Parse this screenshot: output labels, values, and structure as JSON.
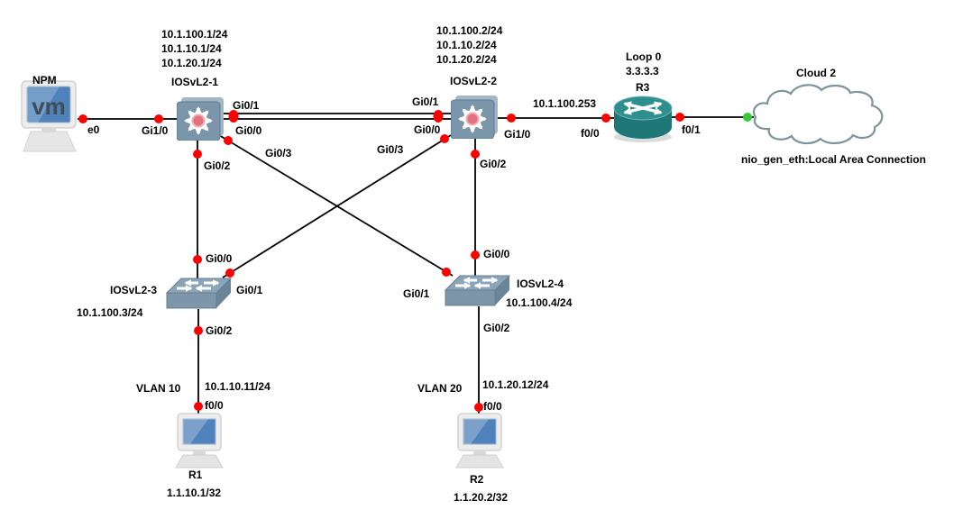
{
  "app": {
    "title": "GNS3 network topology"
  },
  "colors": {
    "canvas_background": "#ffffff",
    "link_line": "#000000",
    "link_endpoint": "#ff0000",
    "cloud_endpoint": "#33cc33",
    "mls_switch_body": "#7b96ab",
    "l2_switch_top": "#8ca4b8",
    "router_body": "#2f8e8e",
    "host_screen": "#4f82ba",
    "cloud_outline": "#7e939b"
  },
  "nodes": {
    "npm": {
      "label": "NPM",
      "screen_text": "vm",
      "type": "vm-host"
    },
    "sw1": {
      "label": "IOSvL2-1",
      "type": "multilayer-switch",
      "ips": [
        "10.1.100.1/24",
        "10.1.10.1/24",
        "10.1.20.1/24"
      ]
    },
    "sw2": {
      "label": "IOSvL2-2",
      "type": "multilayer-switch",
      "ips": [
        "10.1.100.2/24",
        "10.1.10.2/24",
        "10.1.20.2/24"
      ]
    },
    "sw3": {
      "label": "IOSvL2-3",
      "type": "l2-switch",
      "ip": "10.1.100.3/24"
    },
    "sw4": {
      "label": "IOSvL2-4",
      "type": "l2-switch",
      "ip": "10.1.100.4/24"
    },
    "r3": {
      "label": "R3",
      "type": "router",
      "loopback_name": "Loop 0",
      "loopback_ip": "3.3.3.3"
    },
    "cloud2": {
      "label": "Cloud 2",
      "type": "cloud",
      "nio": "nio_gen_eth:Local Area Connection"
    },
    "r1": {
      "label": "R1",
      "type": "host",
      "vlan": "VLAN 10",
      "ip": "10.1.10.11/24",
      "loopback_ip": "1.1.10.1/32"
    },
    "r2": {
      "label": "R2",
      "type": "host",
      "vlan": "VLAN 20",
      "ip": "10.1.20.12/24",
      "loopback_ip": "1.1.20.2/32"
    }
  },
  "links": [
    {
      "from": "NPM",
      "from_port": "e0",
      "to": "IOSvL2-1",
      "to_port": "Gi1/0"
    },
    {
      "from": "IOSvL2-1",
      "from_port": "Gi0/1",
      "to": "IOSvL2-2",
      "to_port": "Gi0/1"
    },
    {
      "from": "IOSvL2-1",
      "from_port": "Gi0/0",
      "to": "IOSvL2-2",
      "to_port": "Gi0/0"
    },
    {
      "from": "IOSvL2-1",
      "from_port": "Gi0/3",
      "to": "IOSvL2-4",
      "to_port": "Gi0/1"
    },
    {
      "from": "IOSvL2-2",
      "from_port": "Gi0/3",
      "to": "IOSvL2-3",
      "to_port": "Gi0/1"
    },
    {
      "from": "IOSvL2-1",
      "from_port": "Gi0/2",
      "to": "IOSvL2-3",
      "to_port": "Gi0/0"
    },
    {
      "from": "IOSvL2-2",
      "from_port": "Gi0/2",
      "to": "IOSvL2-4",
      "to_port": "Gi0/0"
    },
    {
      "from": "IOSvL2-2",
      "from_port": "Gi1/0",
      "to": "R3",
      "to_port": "f0/0",
      "annotation": "10.1.100.253"
    },
    {
      "from": "R3",
      "from_port": "f0/1",
      "to": "Cloud 2",
      "to_port": ""
    },
    {
      "from": "IOSvL2-3",
      "from_port": "Gi0/2",
      "to": "R1",
      "to_port": "f0/0"
    },
    {
      "from": "IOSvL2-4",
      "from_port": "Gi0/2",
      "to": "R2",
      "to_port": "f0/0"
    }
  ]
}
